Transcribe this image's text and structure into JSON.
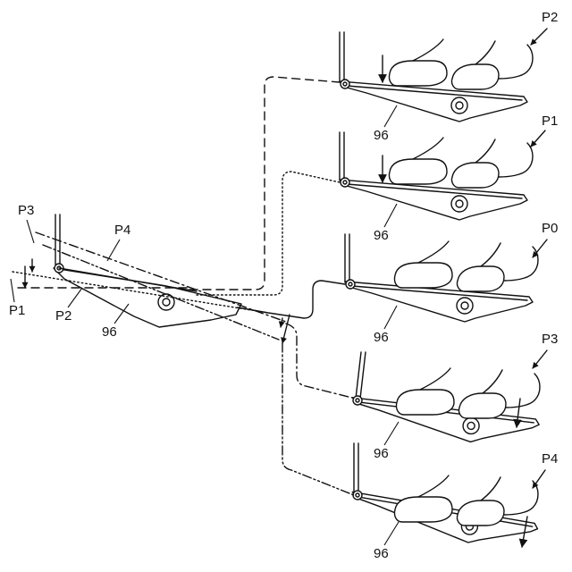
{
  "figure": {
    "panels": [
      {
        "id": "p2",
        "state_label": "P2",
        "part_label": "96"
      },
      {
        "id": "p1",
        "state_label": "P1",
        "part_label": "96"
      },
      {
        "id": "p0",
        "state_label": "P0",
        "part_label": "96"
      },
      {
        "id": "p3",
        "state_label": "P3",
        "part_label": "96"
      },
      {
        "id": "p4",
        "state_label": "P4",
        "part_label": "96"
      }
    ],
    "overlay": {
      "label_p3": "P3",
      "label_p4": "P4",
      "label_p1": "P1",
      "label_p2": "P2",
      "part_label": "96"
    }
  }
}
